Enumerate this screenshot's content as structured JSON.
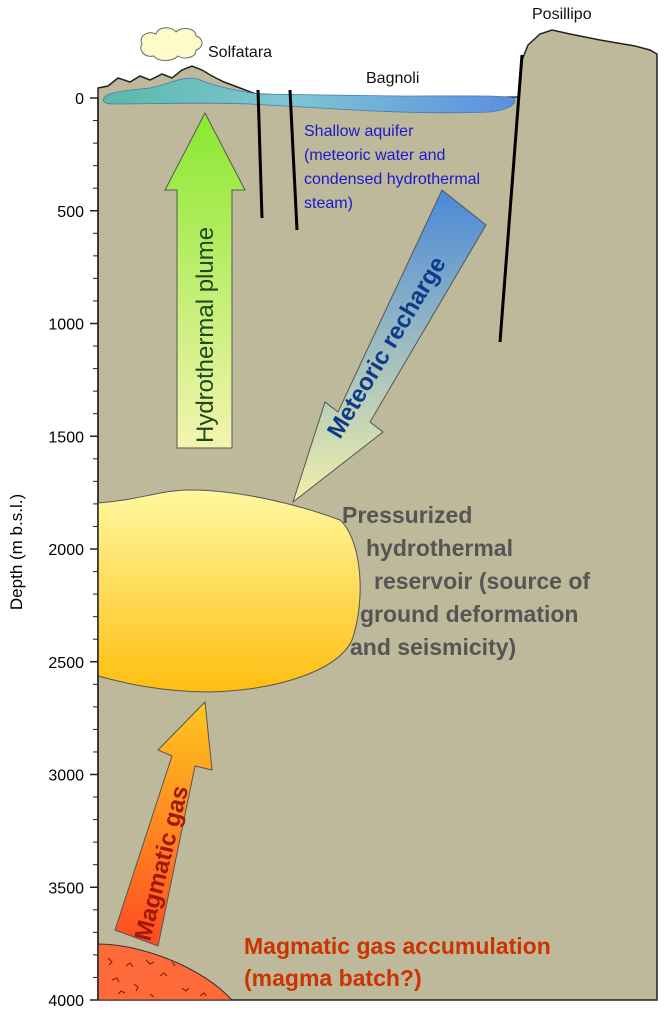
{
  "axis": {
    "title": "Depth (m b.s.l.)",
    "ticks": [
      "0",
      "500",
      "1000",
      "1500",
      "2000",
      "2500",
      "3000",
      "3500",
      "4000"
    ]
  },
  "places": {
    "solfatara": "Solfatara",
    "bagnoli": "Bagnoli",
    "posillipo": "Posillipo"
  },
  "aquifer": {
    "lines": [
      "Shallow aquifer",
      "(meteoric water  and",
      "condensed hydrothermal",
      "steam)"
    ]
  },
  "arrows": {
    "plume": "Hydrothermal plume",
    "recharge": "Meteoric recharge",
    "magmatic": "Magmatic gas"
  },
  "reservoir": {
    "lines": [
      "Pressurized",
      "hydrothermal",
      "reservoir (source of",
      "ground deformation",
      "and seismicity)"
    ]
  },
  "accumulation": {
    "lines": [
      "Magmatic gas accumulation",
      "(magma batch?)"
    ]
  },
  "colors": {
    "ground": "#bdb99a",
    "aquifer": "#5bb8b0",
    "aquifer_blue": "#5b8fe0",
    "plume_top": "#8ae830",
    "plume_bottom": "#f4f4b0",
    "recharge_top": "#4a88d8",
    "recharge_bottom": "#f0f0a8",
    "gas_top": "#ffc820",
    "gas_bottom": "#ff4a20",
    "reservoir_top": "#fff8a0",
    "reservoir_bottom": "#ffbe10",
    "magma": "#ff6a3a"
  }
}
